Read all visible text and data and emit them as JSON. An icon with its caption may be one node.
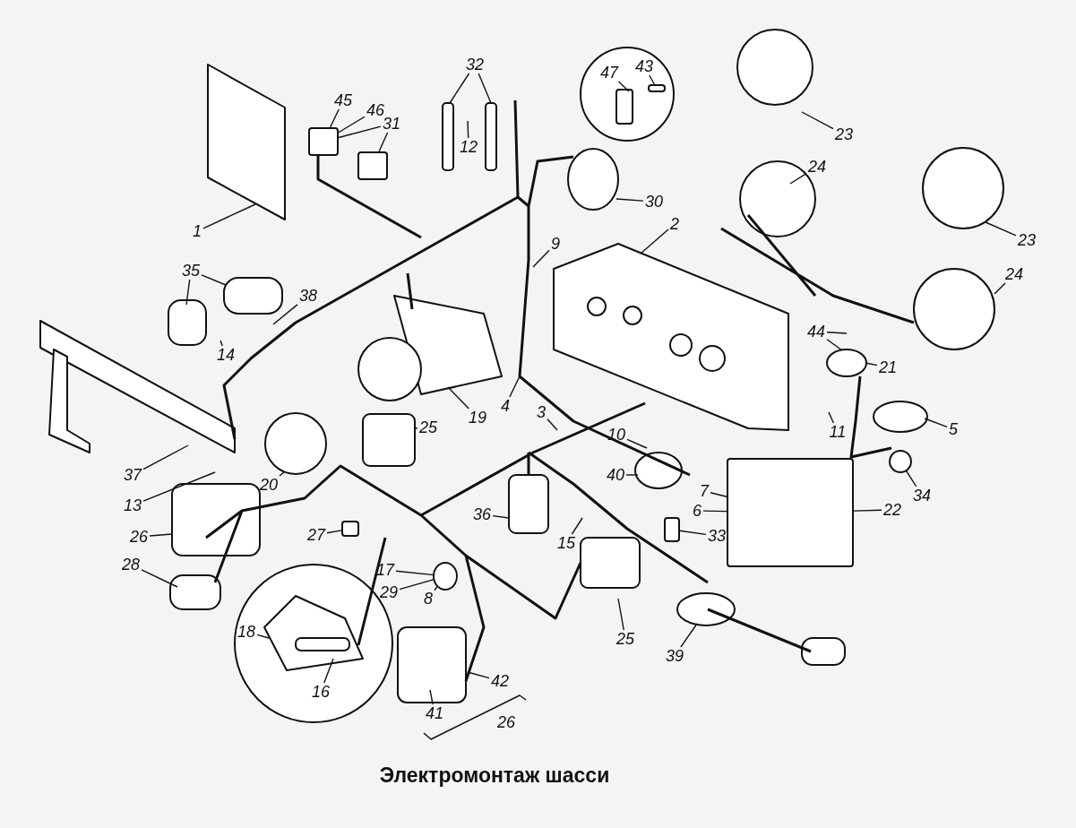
{
  "diagram": {
    "title": "Электромонтаж шасси",
    "nodes": [
      {
        "text": [
          "32"
        ]
      },
      {
        "text": [
          "43"
        ]
      },
      {
        "text": [
          "47"
        ]
      },
      {
        "text": [
          "45"
        ]
      },
      {
        "text": [
          "46"
        ]
      },
      {
        "text": [
          "31"
        ]
      },
      {
        "text": [
          "23"
        ]
      },
      {
        "text": [
          "12"
        ]
      },
      {
        "text": [
          "24"
        ]
      },
      {
        "text": [
          "30"
        ]
      },
      {
        "text": [
          "2"
        ]
      },
      {
        "text": [
          "1"
        ]
      },
      {
        "text": [
          "23"
        ]
      },
      {
        "text": [
          "9"
        ]
      },
      {
        "text": [
          "35"
        ]
      },
      {
        "text": [
          "24"
        ]
      },
      {
        "text": [
          "38"
        ]
      },
      {
        "text": [
          "44"
        ]
      },
      {
        "text": [
          "14"
        ]
      },
      {
        "text": [
          "21"
        ]
      },
      {
        "text": [
          "4"
        ]
      },
      {
        "text": [
          "3"
        ]
      },
      {
        "text": [
          "19"
        ]
      },
      {
        "text": [
          "25"
        ]
      },
      {
        "text": [
          "5"
        ]
      },
      {
        "text": [
          "11"
        ]
      },
      {
        "text": [
          "10"
        ]
      },
      {
        "text": [
          "37"
        ]
      },
      {
        "text": [
          "40"
        ]
      },
      {
        "text": [
          "20"
        ]
      },
      {
        "text": [
          "7"
        ]
      },
      {
        "text": [
          "34"
        ]
      },
      {
        "text": [
          "13"
        ]
      },
      {
        "text": [
          "22"
        ]
      },
      {
        "text": [
          "6"
        ]
      },
      {
        "text": [
          "36"
        ]
      },
      {
        "text": [
          "33"
        ]
      },
      {
        "text": [
          "27"
        ]
      },
      {
        "text": [
          "26"
        ]
      },
      {
        "text": [
          "15"
        ]
      },
      {
        "text": [
          "28"
        ]
      },
      {
        "text": [
          "17"
        ]
      },
      {
        "text": [
          "29"
        ]
      },
      {
        "text": [
          "8"
        ]
      },
      {
        "text": [
          "18"
        ]
      },
      {
        "text": [
          "25"
        ]
      },
      {
        "text": [
          "39"
        ]
      },
      {
        "text": [
          "42"
        ]
      },
      {
        "text": [
          "16"
        ]
      },
      {
        "text": [
          "41"
        ]
      },
      {
        "text": [],
        "shape": "box"
      },
      {
        "text": [],
        "shape": "box"
      },
      {
        "text": [],
        "shape": "box"
      },
      {
        "text": [],
        "shape": "circle"
      },
      {
        "text": [],
        "shape": "box"
      },
      {
        "text": [],
        "shape": "circle"
      },
      {
        "text": [],
        "shape": "box"
      },
      {
        "text": [],
        "shape": "box"
      }
    ],
    "edges": [
      {
        "from": 0,
        "to": null,
        "arrow": "none"
      },
      {
        "from": 0,
        "to": null,
        "arrow": "none"
      },
      {
        "from": 1,
        "to": 50,
        "arrow": "none"
      },
      {
        "from": 2,
        "to": null,
        "arrow": "none"
      },
      {
        "from": 3,
        "to": 51,
        "arrow": "none"
      },
      {
        "from": 4,
        "to": 51,
        "arrow": "none"
      },
      {
        "from": 5,
        "to": 51,
        "arrow": "none"
      },
      {
        "from": 5,
        "to": 52,
        "arrow": "none"
      },
      {
        "from": 6,
        "to": null,
        "arrow": "none"
      },
      {
        "from": 7,
        "to": null,
        "arrow": "none"
      },
      {
        "from": 8,
        "to": null,
        "arrow": "none"
      },
      {
        "from": 9,
        "to": null,
        "arrow": "none"
      },
      {
        "from": 10,
        "to": null,
        "arrow": "none"
      },
      {
        "from": 11,
        "to": null,
        "arrow": "none"
      },
      {
        "from": 12,
        "to": null,
        "arrow": "none"
      },
      {
        "from": 13,
        "to": null,
        "arrow": "none"
      },
      {
        "from": 14,
        "to": null,
        "arrow": "none"
      },
      {
        "from": 14,
        "to": null,
        "arrow": "none"
      },
      {
        "from": 15,
        "to": null,
        "arrow": "none"
      },
      {
        "from": 16,
        "to": null,
        "arrow": "none"
      },
      {
        "from": 17,
        "to": null,
        "arrow": "none"
      },
      {
        "from": 17,
        "to": null,
        "arrow": "none"
      },
      {
        "from": 18,
        "to": null,
        "arrow": "none"
      },
      {
        "from": 19,
        "to": null,
        "arrow": "none"
      },
      {
        "from": 20,
        "to": null,
        "arrow": "none"
      },
      {
        "from": 21,
        "to": null,
        "arrow": "none"
      },
      {
        "from": 22,
        "to": null,
        "arrow": "none"
      },
      {
        "from": 23,
        "to": null,
        "arrow": "none"
      },
      {
        "from": 24,
        "to": null,
        "arrow": "none"
      },
      {
        "from": 25,
        "to": null,
        "arrow": "none"
      },
      {
        "from": 26,
        "to": null,
        "arrow": "none"
      },
      {
        "from": 27,
        "to": null,
        "arrow": "none"
      },
      {
        "from": 28,
        "to": null,
        "arrow": "none"
      },
      {
        "from": 29,
        "to": null,
        "arrow": "none"
      },
      {
        "from": 30,
        "to": 56,
        "arrow": "none"
      },
      {
        "from": 31,
        "to": 53,
        "arrow": "none"
      },
      {
        "from": 32,
        "to": null,
        "arrow": "none"
      },
      {
        "from": 33,
        "to": 56,
        "arrow": "none"
      },
      {
        "from": 34,
        "to": 56,
        "arrow": "none"
      },
      {
        "from": 35,
        "to": null,
        "arrow": "none"
      },
      {
        "from": 36,
        "to": 57,
        "arrow": "none"
      },
      {
        "from": 37,
        "to": 54,
        "arrow": "none"
      },
      {
        "from": 38,
        "to": null,
        "arrow": "none"
      },
      {
        "from": 39,
        "to": null,
        "arrow": "none"
      },
      {
        "from": 40,
        "to": null,
        "arrow": "none"
      },
      {
        "from": 41,
        "to": 55,
        "arrow": "none"
      },
      {
        "from": 42,
        "to": 55,
        "arrow": "none"
      },
      {
        "from": 43,
        "to": 55,
        "arrow": "none"
      },
      {
        "from": 44,
        "to": null,
        "arrow": "none"
      },
      {
        "from": 45,
        "to": null,
        "arrow": "none"
      },
      {
        "from": 46,
        "to": null,
        "arrow": "none"
      },
      {
        "from": 47,
        "to": null,
        "arrow": "none"
      },
      {
        "from": 48,
        "to": null,
        "arrow": "none"
      },
      {
        "from": 49,
        "to": null,
        "arrow": "none"
      }
    ],
    "labels": [
      "26"
    ]
  }
}
